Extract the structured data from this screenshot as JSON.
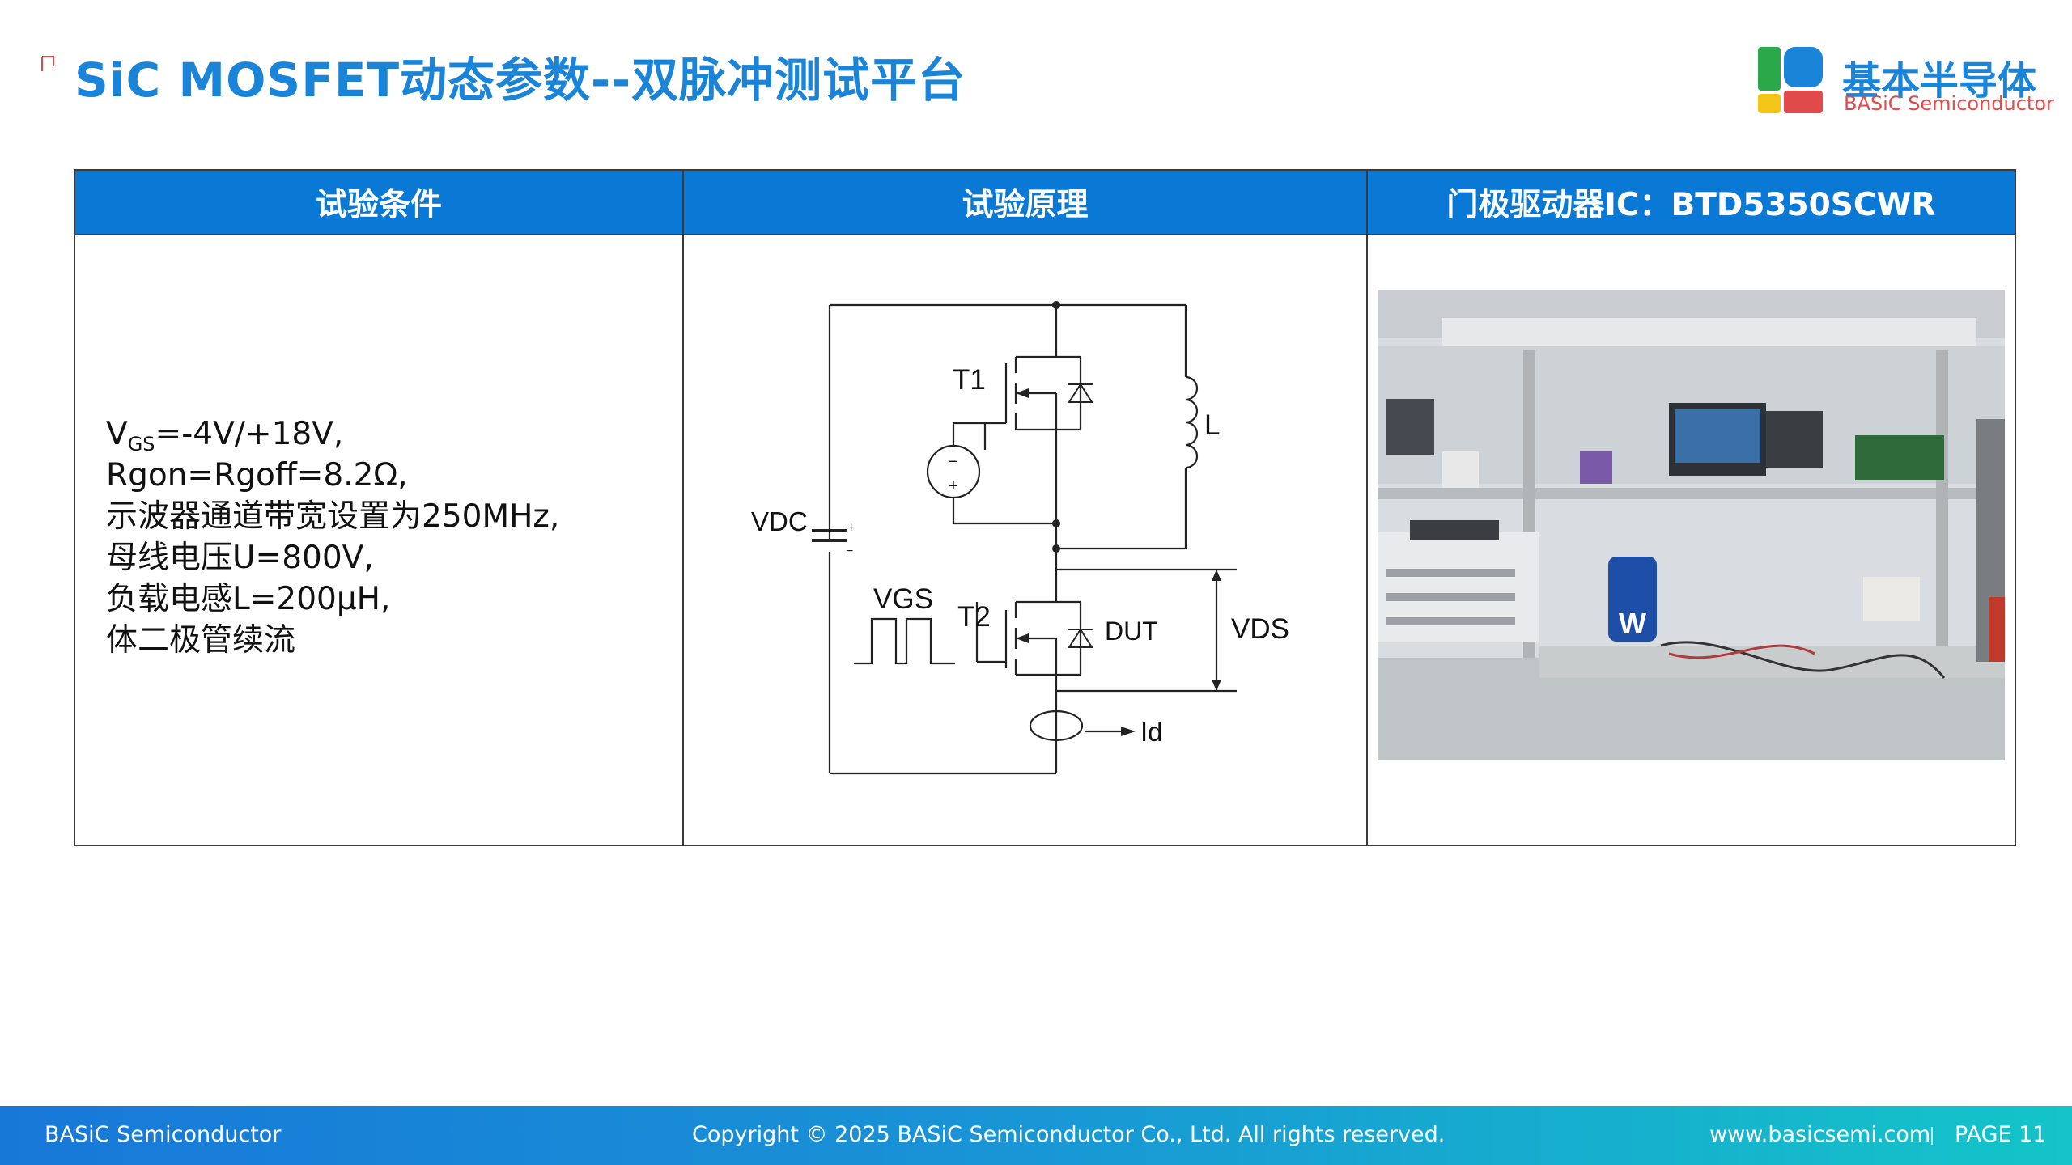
{
  "header": {
    "title": "SiC MOSFET动态参数--双脉冲测试平台",
    "logo": {
      "name_cn": "基本半导体",
      "name_en": "BASiC Semiconductor",
      "colors": {
        "blue": "#1a84d8",
        "green": "#2aa84a",
        "yellow": "#f5c518",
        "red": "#e04a4a"
      }
    }
  },
  "table": {
    "headers": [
      "试验条件",
      "试验原理",
      "门极驱动器IC：BTD5350SCWR"
    ],
    "conditions": {
      "vgs_symbol": "V",
      "vgs_subscript": "GS",
      "vgs_value": "=-4V/+18V,",
      "lines": [
        "Rgon=Rgoff=8.2Ω,",
        "示波器通道带宽设置为250MHz,",
        "母线电压U=800V,",
        "负载电感L=200µH,",
        "体二极管续流"
      ]
    },
    "circuit": {
      "labels": {
        "t1": "T1",
        "t2": "T2",
        "inductor": "L",
        "vdc": "VDC",
        "vgs": "VGS",
        "dut": "DUT",
        "vds": "VDS",
        "id": "Id",
        "minus": "−",
        "plus": "+"
      }
    },
    "photo": {
      "icon": "lab-bench-photo",
      "badge": "W"
    }
  },
  "footer": {
    "left": "BASiC Semiconductor",
    "center": "Copyright © 2025 BASiC Semiconductor Co., Ltd. All rights reserved.",
    "url": "www.basicsemi.com",
    "page": "PAGE 11"
  },
  "colors": {
    "accent": "#1a84d8",
    "header_bg": "#0a79d6"
  }
}
